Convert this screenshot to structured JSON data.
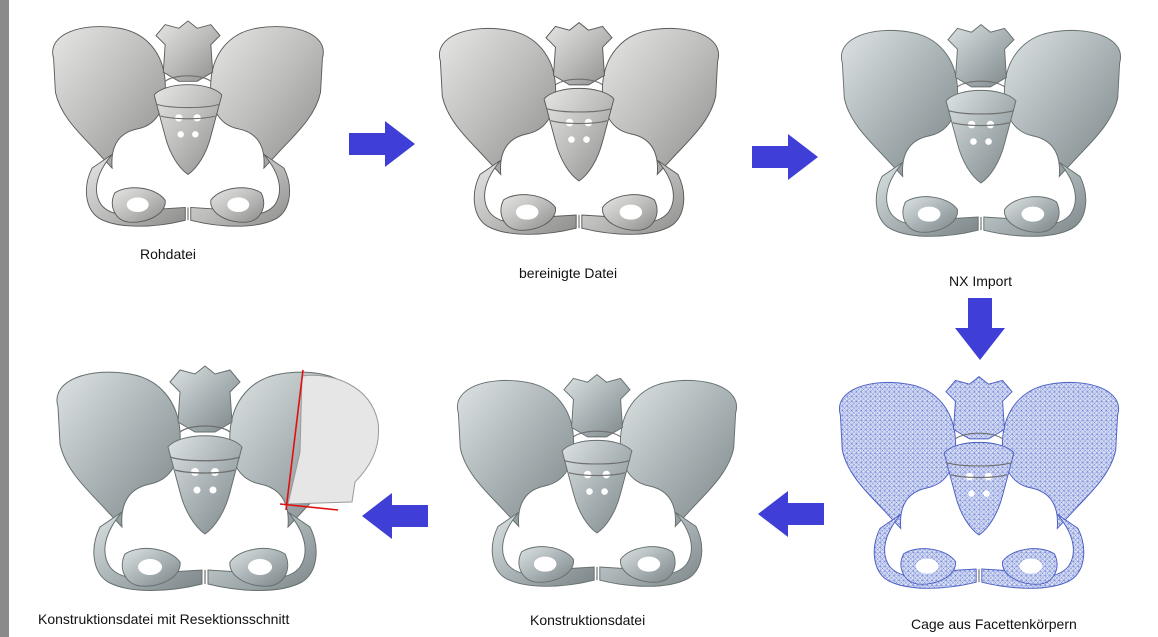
{
  "colors": {
    "bone_warm": "#c9c9c7",
    "bone_cool": "#b9c1c3",
    "mesh_blue": "#7f92d6",
    "arrow_blue": "#3f3fd8",
    "cut_red": "#e01010",
    "left_bar": "#8a8a8a"
  },
  "steps": [
    {
      "label": "Rohdatei",
      "icon": "pelvis-raw-model"
    },
    {
      "label": "bereinigte Datei",
      "icon": "pelvis-cleaned-model"
    },
    {
      "label": "NX Import",
      "icon": "pelvis-nx-import-model"
    },
    {
      "label": "Cage aus Facettenkörpern",
      "icon": "pelvis-facet-cage-model"
    },
    {
      "label": "Konstruktionsdatei",
      "icon": "pelvis-construction-model"
    },
    {
      "label": "Konstruktionsdatei mit Resektionsschnitt",
      "icon": "pelvis-resection-model"
    }
  ],
  "arrows": [
    {
      "from": "Rohdatei",
      "to": "bereinigte Datei",
      "direction": "right"
    },
    {
      "from": "bereinigte Datei",
      "to": "NX Import",
      "direction": "right"
    },
    {
      "from": "NX Import",
      "to": "Cage aus Facettenkörpern",
      "direction": "down"
    },
    {
      "from": "Cage aus Facettenkörpern",
      "to": "Konstruktionsdatei",
      "direction": "left"
    },
    {
      "from": "Konstruktionsdatei",
      "to": "Konstruktionsdatei mit Resektionsschnitt",
      "direction": "left"
    }
  ]
}
